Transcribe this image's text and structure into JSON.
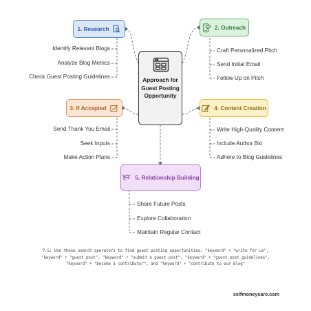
{
  "center": {
    "title": "Approach for Guest Posting Opportunity",
    "icon": "browser-window-icon"
  },
  "steps": [
    {
      "label": "1. Research",
      "icon": "magnifier-document-icon",
      "border": "#5b8fd6",
      "fill": "#dce8f8",
      "text": "#2c5aa0",
      "items": [
        "Identify Relevant Blogs",
        "Analyze Blog Metrics",
        "Check Guest Posting Guidelines"
      ]
    },
    {
      "label": "2. Outreach",
      "icon": "phone-message-icon",
      "border": "#5cb86a",
      "fill": "#dcf1de",
      "text": "#2f7d3c",
      "items": [
        "Craft Personalized Pitch",
        "Send Initial Email",
        "Follow Up on Pitch"
      ]
    },
    {
      "label": "3. If Accepted",
      "icon": "checkmark-card-icon",
      "border": "#e39a58",
      "fill": "#fae6d5",
      "text": "#b8631e",
      "items": [
        "Send Thank You Email",
        "Seek Inputs",
        "Make Action Plans"
      ]
    },
    {
      "label": "4. Content Creation",
      "icon": "pen-writing-icon",
      "border": "#e0c23a",
      "fill": "#faf1c8",
      "text": "#8a7212",
      "items": [
        "Write High-Quality Content",
        "Include Author Bio",
        "Adhere to Blog Guidelines"
      ]
    },
    {
      "label": "5. Relationship Building",
      "icon": "handshake-icon",
      "border": "#c07ad6",
      "fill": "#f1dff8",
      "text": "#8a3ea8",
      "items": [
        "Share Future Posts",
        "Explore Collaboration",
        "Maintain Regular Contact"
      ]
    }
  ],
  "footnote": {
    "lines": [
      "P.S: Use these search operators to find guest posting opportunities: \"keyword\" + \"write for us\",",
      "\"keyword\" + \"guest post\", \"keyword\" + \"submit a guest post\", \"keyword\" + \"guest post guidelines\",",
      "\"keyword\" + \"become a contributor\", and \"keyword\" + \"contribute to our blog\""
    ]
  },
  "credit": "selfmoneycare.com"
}
